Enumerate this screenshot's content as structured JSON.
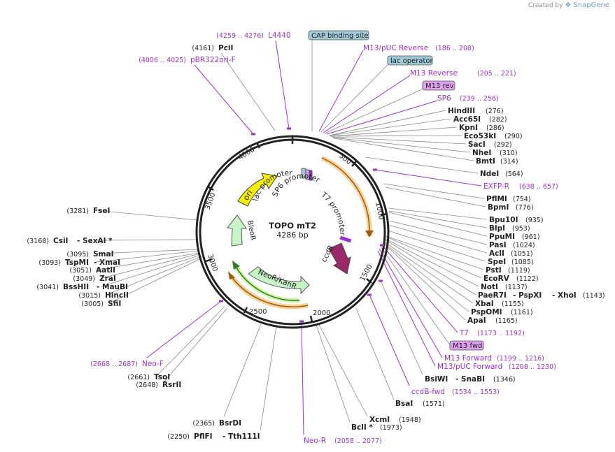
{
  "branding": {
    "created_by": "Created by",
    "app": "SnapGene",
    "logo_icon": "snapgene-logo-icon"
  },
  "plasmid": {
    "name": "TOPO mT2",
    "length": "4286 bp"
  },
  "colors": {
    "backbone": "#222222",
    "primer": "#9b30d0",
    "enzyme_line": "#888888",
    "ori": "#f5f000",
    "resistance": "#c8f5c8",
    "ccdb": "#9b2a6a",
    "orange": "#f0a030",
    "protein_binding": "#9fc9d6",
    "primer_bind": "#dda0ee"
  },
  "ticks": [
    "500",
    "1000",
    "1500",
    "2000",
    "2500",
    "3000",
    "3500",
    "4000"
  ],
  "features": {
    "ori": "ori",
    "neo": "NeoR/KanR",
    "bleo": "BleoR",
    "ccdb": "ccdB",
    "lac_promoter": "lac promoter",
    "sp6_promoter": "SP6 promoter",
    "t7_promoter": "T7 promoter"
  },
  "left_labels": [
    {
      "pos": "(4259 .. 4276)",
      "name": "L4440",
      "kind": "primer"
    },
    {
      "pos": "(4161)",
      "name": "PciI",
      "kind": "enzyme"
    },
    {
      "pos": "(4006 .. 4025)",
      "name": "pBR322ori-F",
      "kind": "primer"
    },
    {
      "pos": "(3281)",
      "name": "FseI",
      "kind": "enzyme"
    },
    {
      "pos": "(3168)",
      "name": "CsiI",
      "alt": "- SexAI *",
      "kind": "enzyme"
    },
    {
      "pos": "(3095)",
      "name": "SmaI",
      "kind": "enzyme"
    },
    {
      "pos": "(3093)",
      "name": "TspMI",
      "alt": "- XmaI",
      "kind": "enzyme"
    },
    {
      "pos": "(3051)",
      "name": "AatII",
      "kind": "enzyme"
    },
    {
      "pos": "(3049)",
      "name": "ZraI",
      "kind": "enzyme"
    },
    {
      "pos": "(3041)",
      "name": "BssHII",
      "alt": "- MauBI",
      "kind": "enzyme"
    },
    {
      "pos": "(3015)",
      "name": "HincII",
      "kind": "enzyme"
    },
    {
      "pos": "(3005)",
      "name": "SfiI",
      "kind": "enzyme"
    },
    {
      "pos": "(2668 .. 2687)",
      "name": "Neo-F",
      "kind": "primer"
    },
    {
      "pos": "(2661)",
      "name": "TsoI",
      "kind": "enzyme"
    },
    {
      "pos": "(2648)",
      "name": "RsrII",
      "kind": "enzyme"
    },
    {
      "pos": "(2365)",
      "name": "BsrDI",
      "kind": "enzyme"
    },
    {
      "pos": "(2250)",
      "name": "PflFI",
      "alt": "- Tth111I",
      "kind": "enzyme"
    }
  ],
  "bottom_labels": [
    {
      "pos": "(2058 .. 2077)",
      "name": "Neo-R",
      "kind": "primer"
    },
    {
      "pos": "(1973)",
      "name": "BclI *",
      "kind": "enzyme"
    },
    {
      "pos": "(1948)",
      "name": "XcmI",
      "kind": "enzyme"
    },
    {
      "pos": "(1571)",
      "name": "BsaI",
      "kind": "enzyme"
    },
    {
      "pos": "(1534 .. 1553)",
      "name": "ccdB-fwd",
      "kind": "primer"
    },
    {
      "pos": "(1346)",
      "name": "BsiWI",
      "alt": "- SnaBI",
      "kind": "enzyme"
    }
  ],
  "top_labels": [
    {
      "name": "CAP binding site",
      "kind": "box-blue"
    },
    {
      "name": "M13/pUC Reverse",
      "pos": "(186 .. 208)",
      "kind": "primer"
    },
    {
      "name": "lac operator",
      "kind": "box-blue"
    },
    {
      "name": "M13 Reverse",
      "pos": "(205 .. 221)",
      "kind": "primer"
    },
    {
      "name": "M13 rev",
      "kind": "box-purple"
    },
    {
      "name": "SP6",
      "pos": "(239 .. 256)",
      "kind": "primer"
    }
  ],
  "right_labels": [
    {
      "name": "HindIII",
      "pos": "(276)",
      "kind": "enzyme"
    },
    {
      "name": "Acc65I",
      "pos": "(282)",
      "kind": "enzyme"
    },
    {
      "name": "KpnI",
      "pos": "(286)",
      "kind": "enzyme"
    },
    {
      "name": "Eco53kI",
      "pos": "(290)",
      "kind": "enzyme"
    },
    {
      "name": "SacI",
      "pos": "(292)",
      "kind": "enzyme"
    },
    {
      "name": "NheI",
      "pos": "(310)",
      "kind": "enzyme"
    },
    {
      "name": "BmtI",
      "pos": "(314)",
      "kind": "enzyme"
    },
    {
      "name": "NdeI",
      "pos": "(564)",
      "kind": "enzyme"
    },
    {
      "name": "EXFP-R",
      "pos": "(638 .. 657)",
      "kind": "primer"
    },
    {
      "name": "PflMI",
      "pos": "(754)",
      "kind": "enzyme"
    },
    {
      "name": "BpmI",
      "pos": "(776)",
      "kind": "enzyme"
    },
    {
      "name": "Bpu10I",
      "pos": "(935)",
      "kind": "enzyme"
    },
    {
      "name": "BlpI",
      "pos": "(953)",
      "kind": "enzyme"
    },
    {
      "name": "PpuMI",
      "pos": "(961)",
      "kind": "enzyme"
    },
    {
      "name": "PasI",
      "pos": "(1024)",
      "kind": "enzyme"
    },
    {
      "name": "AclI",
      "pos": "(1051)",
      "kind": "enzyme"
    },
    {
      "name": "SpeI",
      "pos": "(1085)",
      "kind": "enzyme"
    },
    {
      "name": "PstI",
      "pos": "(1119)",
      "kind": "enzyme"
    },
    {
      "name": "EcoRV",
      "pos": "(1122)",
      "kind": "enzyme"
    },
    {
      "name": "NotI",
      "pos": "(1137)",
      "kind": "enzyme"
    },
    {
      "name": "PaeR7I",
      "alt": "- PspXI",
      "alt2": "- XhoI",
      "pos": "(1143)",
      "kind": "enzyme"
    },
    {
      "name": "XbaI",
      "pos": "(1155)",
      "kind": "enzyme"
    },
    {
      "name": "PspOMI",
      "pos": "(1161)",
      "kind": "enzyme"
    },
    {
      "name": "ApaI",
      "pos": "(1165)",
      "kind": "enzyme"
    },
    {
      "name": "T7",
      "pos": "(1173 .. 1192)",
      "kind": "primer"
    },
    {
      "name": "M13 fwd",
      "kind": "box-purple"
    },
    {
      "name": "M13 Forward",
      "pos": "(1199 .. 1216)",
      "kind": "primer"
    },
    {
      "name": "M13/pUC Forward",
      "pos": "(1208 .. 1230)",
      "kind": "primer"
    }
  ]
}
